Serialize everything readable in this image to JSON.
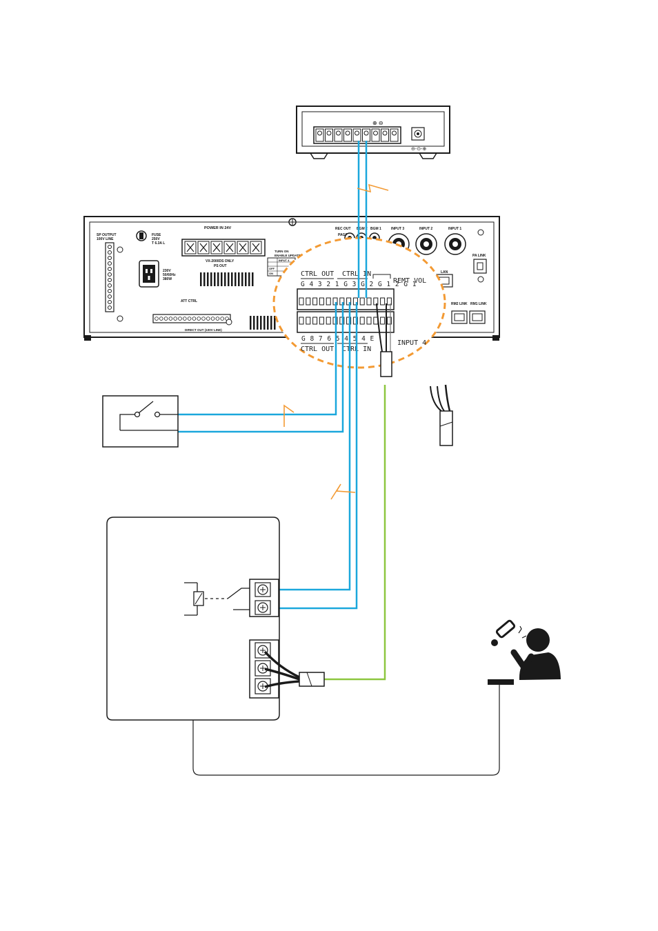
{
  "colors": {
    "control_wire": "#1aa7dc",
    "audio_wire": "#8cc63f",
    "callout": "#f39a33",
    "device_outline": "#1a1a1a"
  },
  "terminal_block": {
    "top_row_label_1": "CTRL OUT",
    "top_row_label_2": "CTRL IN",
    "top_row_label_3": "REMT VOL",
    "top_row_numbers": "G 4 3 2 1 G 3 G 2 G 1 2 G 1",
    "bottom_row_numbers": "G 8 7 6 5 4 5 4 E",
    "bottom_row_label_1": "CTRL OUT",
    "bottom_row_label_2": "CTRL IN",
    "input_label": "INPUT 4"
  },
  "amplifier_panel": {
    "power_in": "POWER IN 24V",
    "ps_out_note": "VX-2000DS ONLY",
    "ps_out": "PS OUT",
    "fuse": "FUSE",
    "fuse_rating": "250V",
    "fuse_value": "T 6.3A L",
    "ac_in_1": "230V",
    "ac_in_2": "50/60Hz",
    "ac_in_3": "380W",
    "sp_output": "SP OUTPUT",
    "sp_output_2": "100V LINE",
    "att_ctrl": "ATT CTRL",
    "direct_out": "DIRECT OUT (100V LINE)",
    "rec_out": "REC OUT",
    "paging": "PAGING",
    "bgm2": "BGM 2",
    "bgm1": "BGM 1",
    "input3": "INPUT 3",
    "input2": "INPUT 2",
    "input1": "INPUT 1",
    "pa_link": "PA LINK",
    "lan": "LAN",
    "rm2_link": "RM2 LINK",
    "rm1_link": "RM1 LINK",
    "in_label": "IN",
    "turn_on": "TURN ON",
    "enable_update": "ENABLE UPDATE",
    "input4_small": "INPUT 4",
    "off": "OFF",
    "on": "ON"
  }
}
